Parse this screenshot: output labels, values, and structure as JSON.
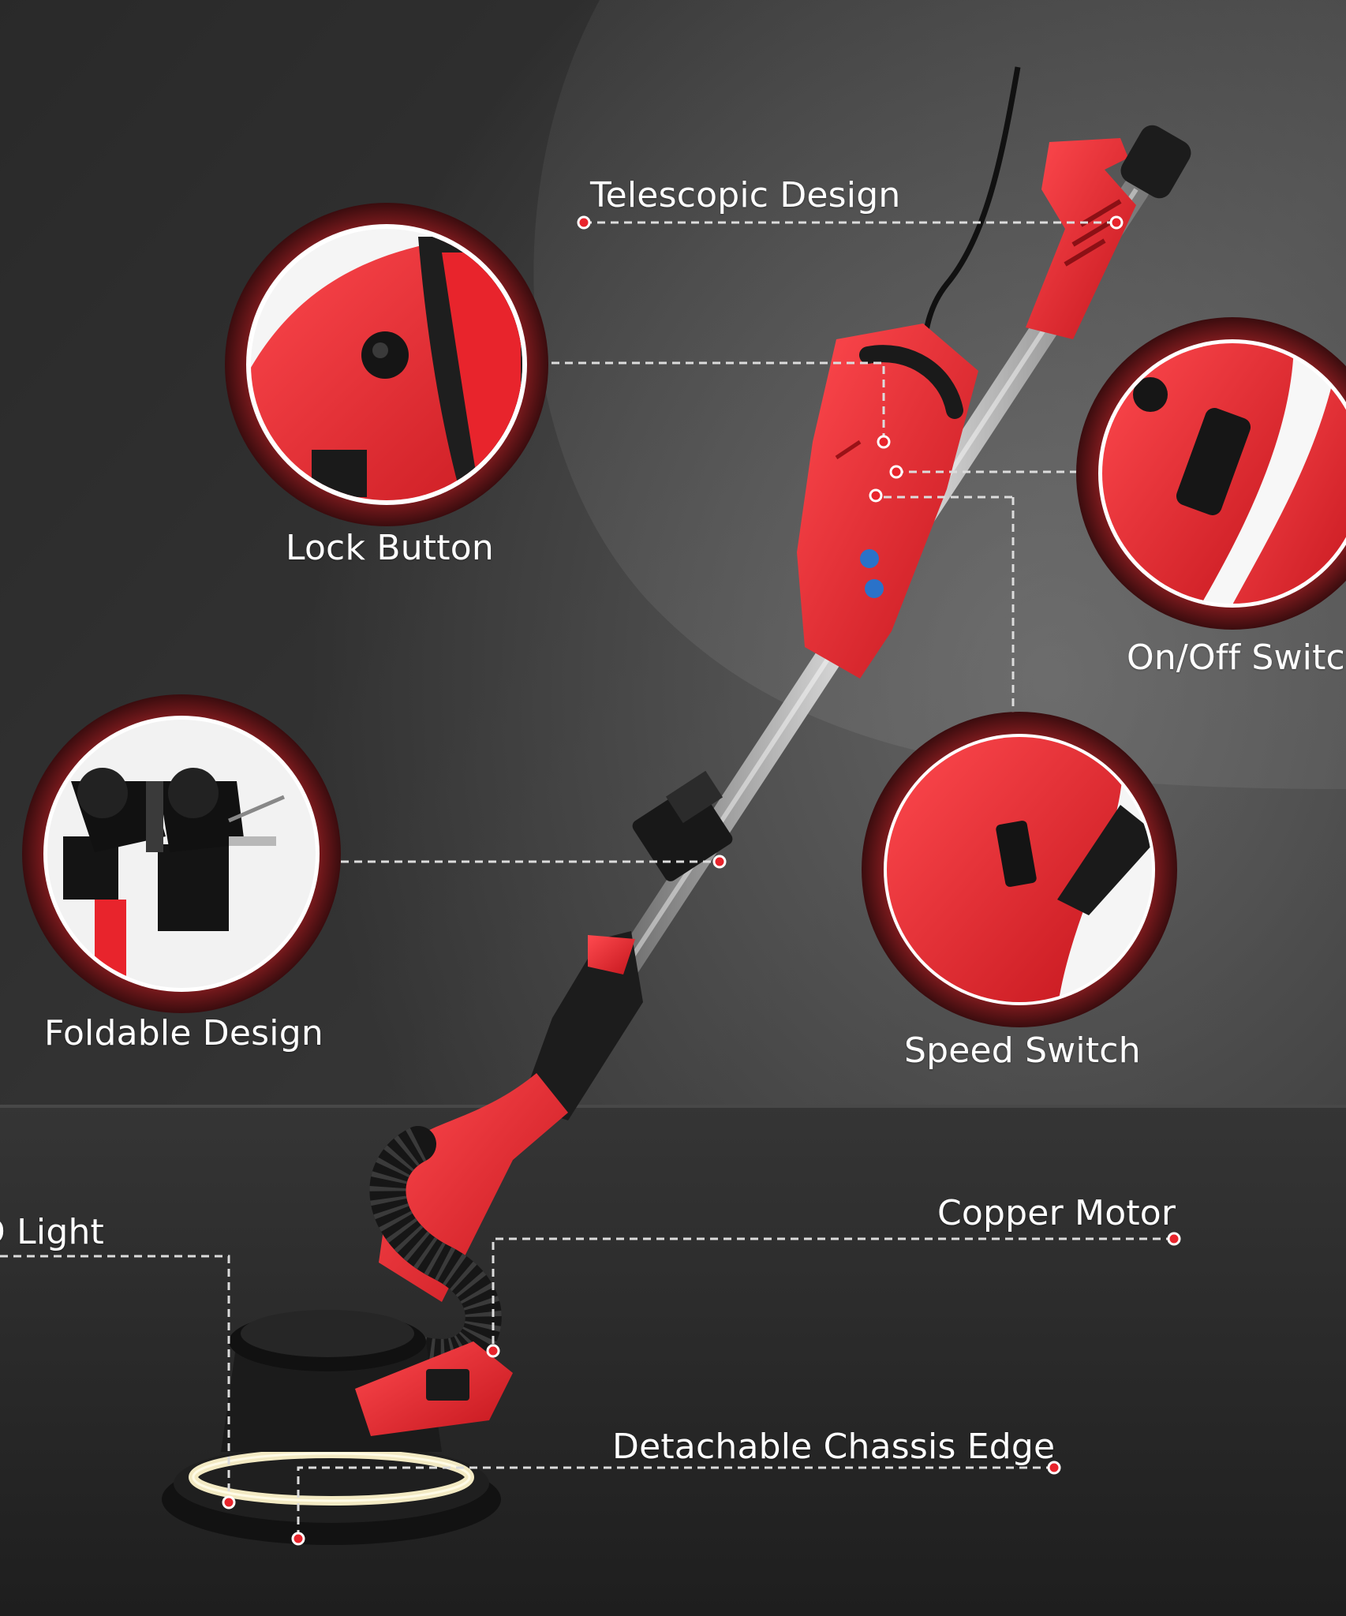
{
  "colors": {
    "product_red": "#e8242c",
    "ring_red": "#5a1416",
    "leader_line": "#d9d9d9",
    "dot_red": "#e8242c",
    "background": "#4a4a4a"
  },
  "callouts": [
    {
      "id": "telescopic",
      "label": "Telescopic Design"
    },
    {
      "id": "lock",
      "label": "Lock Button"
    },
    {
      "id": "onoff",
      "label": "On/Off Switch"
    },
    {
      "id": "foldable",
      "label": "Foldable Design"
    },
    {
      "id": "speed",
      "label": "Speed Switch"
    },
    {
      "id": "light",
      "label": "LED Light"
    },
    {
      "id": "motor",
      "label": "Copper Motor"
    },
    {
      "id": "chassis",
      "label": "Detachable Chassis Edge"
    }
  ]
}
